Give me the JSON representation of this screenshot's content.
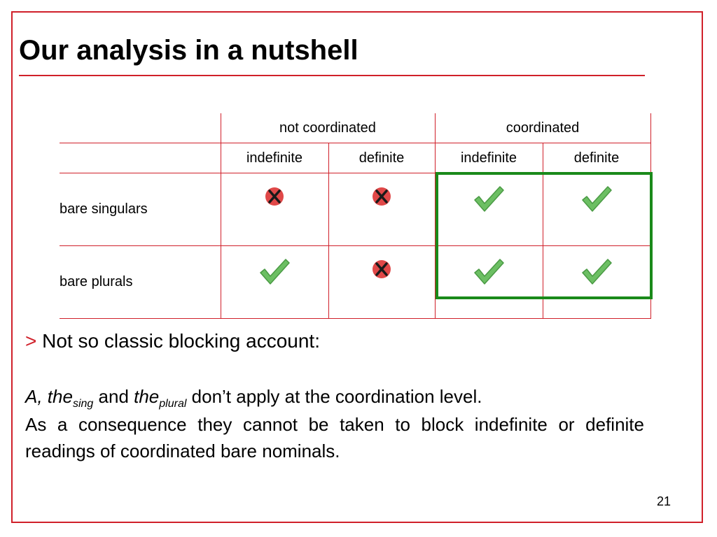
{
  "slide": {
    "title": "Our analysis in a nutshell",
    "page_number": "21",
    "colors": {
      "accent": "#d0202a",
      "highlight_box": "#1a8a1a",
      "check": "#6cbf63",
      "cross": "#e04848"
    }
  },
  "table": {
    "group_headers": [
      "not coordinated",
      "coordinated"
    ],
    "sub_headers": [
      "indefinite",
      "definite",
      "indefinite",
      "definite"
    ],
    "rows": [
      {
        "label": "bare singulars",
        "cells": [
          "cross",
          "cross",
          "check",
          "check"
        ]
      },
      {
        "label": "bare plurals",
        "cells": [
          "check",
          "cross",
          "check",
          "check"
        ]
      }
    ],
    "highlighted_group": "coordinated"
  },
  "bullet": {
    "marker": ">",
    "text": "Not so classic blocking account:"
  },
  "body": {
    "p1": {
      "a_the": "A, the",
      "sing": "sing",
      "and": " and ",
      "the": "the",
      "plural": "plural",
      "rest": " don’t apply at the coordination level."
    },
    "p2": "As a consequence they cannot be taken to block indefinite or definite readings of coordinated bare nominals."
  }
}
